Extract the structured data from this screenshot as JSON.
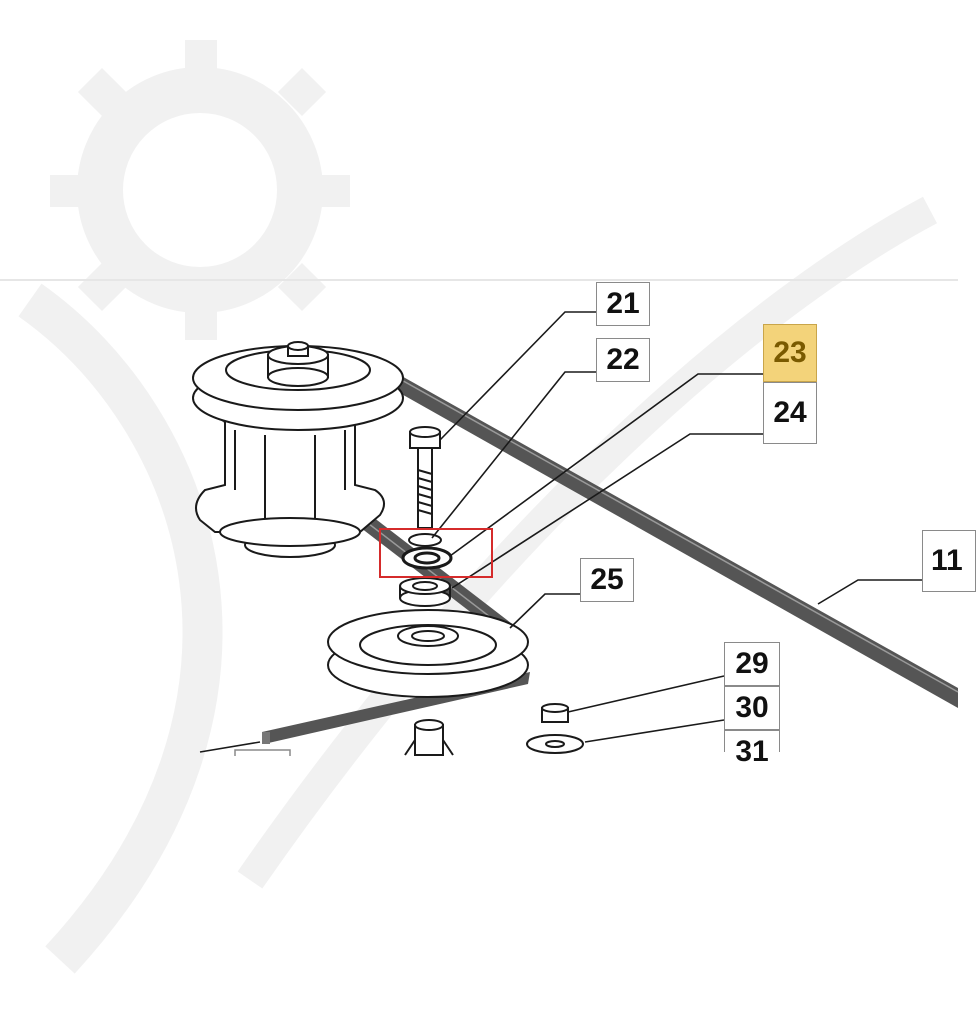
{
  "diagram": {
    "callouts": [
      {
        "id": "21",
        "label": "21",
        "selected": false
      },
      {
        "id": "22",
        "label": "22",
        "selected": false
      },
      {
        "id": "23",
        "label": "23",
        "selected": true
      },
      {
        "id": "24",
        "label": "24",
        "selected": false
      },
      {
        "id": "25",
        "label": "25",
        "selected": false
      },
      {
        "id": "11",
        "label": "11",
        "selected": false
      },
      {
        "id": "29",
        "label": "29",
        "selected": false
      },
      {
        "id": "30",
        "label": "30",
        "selected": false
      },
      {
        "id": "31",
        "label": "31",
        "selected": false
      }
    ],
    "colors": {
      "selected_fill": "#f3d37a",
      "highlight_border": "#d52b2b",
      "belt": "#4a4a4a",
      "line": "#1a1a1a",
      "watermark": "#f1f1f1"
    }
  }
}
